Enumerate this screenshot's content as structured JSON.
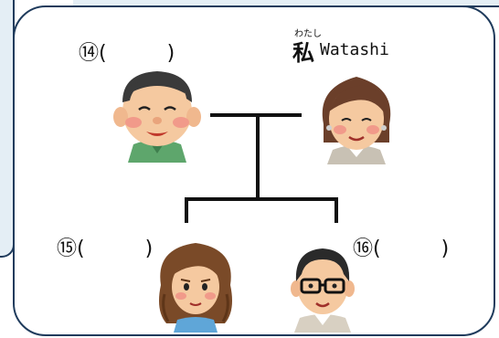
{
  "labels": {
    "grandfather": "⑭(　　　)",
    "me_ruby": "わたし",
    "me_kanji": "私",
    "me_romaji": "Watashi",
    "daughter": "⑮(　　　)",
    "son": "⑯(　　　)"
  },
  "colors": {
    "border": "#1f3b5c",
    "panel": "#e4eef5",
    "line": "#111111"
  },
  "icons": [
    "grandfather-icon",
    "grandmother-icon",
    "daughter-icon",
    "son-icon"
  ]
}
